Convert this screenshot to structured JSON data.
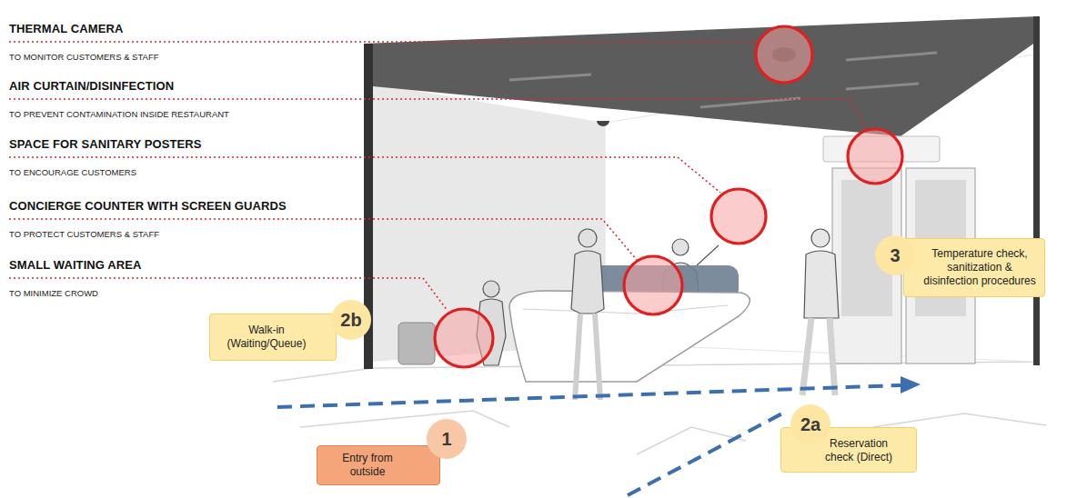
{
  "diagram": {
    "nodes": [
      {
        "text": [
          "3",
          "Temperature check, sanitization & disinfection procedures"
        ]
      },
      {
        "text": [
          "2b",
          "Walk-in (Waiting/Queue)"
        ]
      },
      {
        "text": [
          "1",
          "Entry from outside"
        ]
      },
      {
        "text": [
          "2a",
          "Reservation check (Direct)"
        ]
      }
    ],
    "labels": [
      "THERMAL CAMERA",
      "TO MONITOR CUSTOMERS & STAFF",
      "AIR CURTAIN/DISINFECTION",
      "TO PREVENT CONTAMINATION INSIDE RESTAURANT",
      "SPACE FOR SANITARY POSTERS",
      "TO ENCOURAGE CUSTOMERS",
      "CONCIERGE COUNTER WITH SCREEN GUARDS",
      "TO PROTECT CUSTOMERS & STAFF",
      "SMALL WAITING AREA",
      "TO MINIMIZE CROWD"
    ]
  }
}
